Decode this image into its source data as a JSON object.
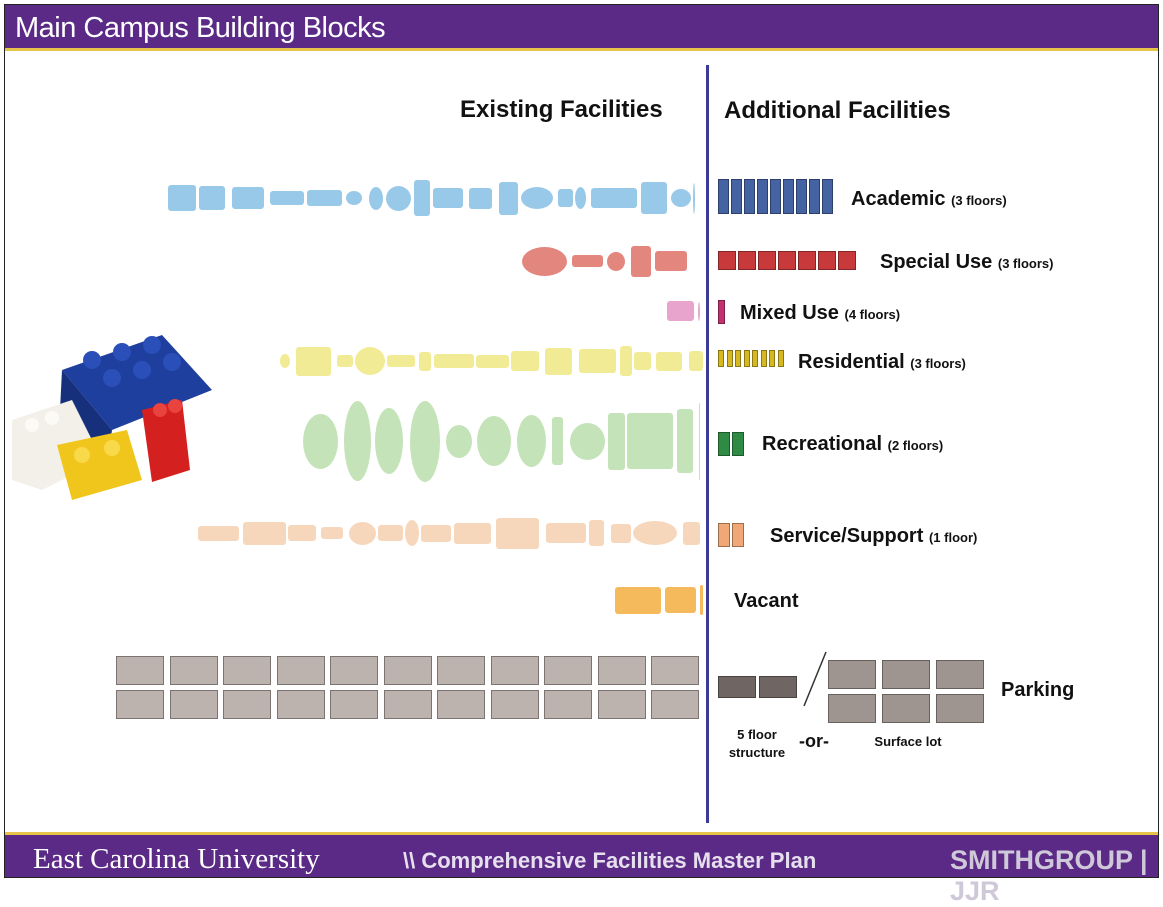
{
  "header": {
    "title": "Main Campus Building Blocks"
  },
  "columns": {
    "existing": "Existing Facilities",
    "additional": "Additional Facilities"
  },
  "categories": [
    {
      "key": "academic",
      "name": "Academic",
      "detail": "(3 floors)",
      "color": "#8ec3e6",
      "add_color": "#4563a2"
    },
    {
      "key": "special",
      "name": "Special Use",
      "detail": "(3 floors)",
      "color": "#e07a70",
      "add_color": "#c8393c"
    },
    {
      "key": "mixed",
      "name": "Mixed Use",
      "detail": "(4 floors)",
      "color": "#e79ac8",
      "add_color": "#c2306f"
    },
    {
      "key": "residential",
      "name": "Residential",
      "detail": "(3 floors)",
      "color": "#f1e98a",
      "add_color": "#d6b820"
    },
    {
      "key": "recreational",
      "name": "Recreational",
      "detail": "(2 floors)",
      "color": "#bfe0b0",
      "add_color": "#2f8a43"
    },
    {
      "key": "service",
      "name": "Service/Support",
      "detail": "(1 floor)",
      "color": "#f6d3b4",
      "add_color": "#f0a976"
    },
    {
      "key": "vacant",
      "name": "Vacant",
      "detail": "",
      "color": "#f4b24a",
      "add_color": ""
    },
    {
      "key": "parking",
      "name": "Parking",
      "detail": "",
      "color": "#bdb3ae",
      "add_color": "#6f6663"
    }
  ],
  "parking": {
    "structure_label": "5 floor structure",
    "or_label": "-or-",
    "surface_label": "Surface lot"
  },
  "footer": {
    "university": "East Carolina University",
    "plan": "\\\\ Comprehensive Facilities Master Plan",
    "firm": "SMITHGROUP | JJR"
  }
}
